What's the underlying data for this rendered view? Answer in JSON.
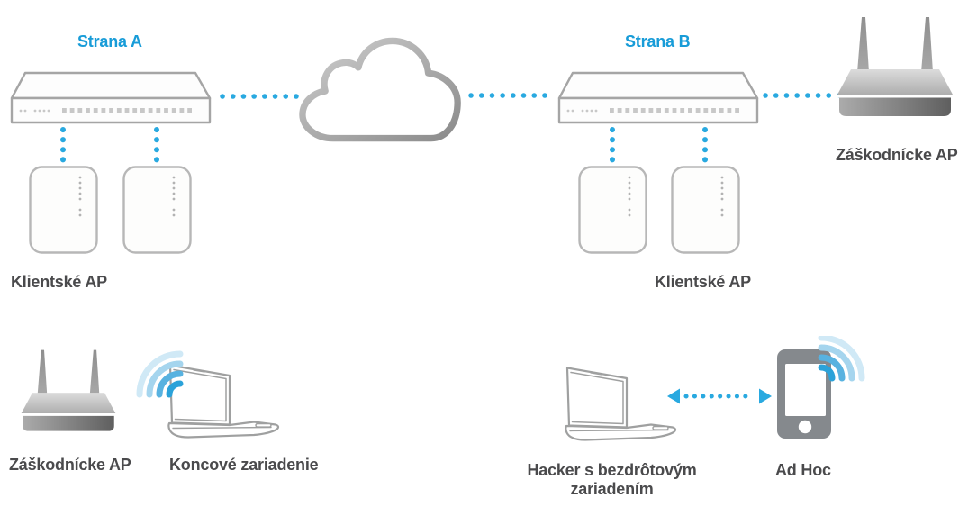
{
  "colors": {
    "accent_blue": "#189cd8",
    "link_blue": "#29a9e0",
    "label_gray": "#4a4a4c",
    "outline_gray": "#a5a5a5"
  },
  "top_section": {
    "side_a_title": "Strana A",
    "side_b_title": "Strana B",
    "client_ap_a_label": "Klientské AP",
    "client_ap_b_label": "Klientské AP",
    "rogue_ap_label": "Záškodnícke AP"
  },
  "bottom_section": {
    "rogue_ap_label": "Záškodnícke AP",
    "end_device_label": "Koncové zariadenie",
    "hacker_label": "Hacker s bezdrôtovým zariadením",
    "ad_hoc_label": "Ad Hoc"
  },
  "icons": {
    "network_switch": "3d-switch-with-ports",
    "wan_cloud": "gray-outline-cloud",
    "client_ap": "rounded-white-box-with-leds",
    "rogue_ap_router": "gray-router-two-antennas",
    "laptop": "laptop-three-quarter-view",
    "wifi_signal": "blue-wifi-arcs",
    "smartphone": "gray-smartphone-white-screen",
    "dotted_link": "blue-dotted-line",
    "adhoc_link": "blue-double-headed-dotted-arrow"
  }
}
